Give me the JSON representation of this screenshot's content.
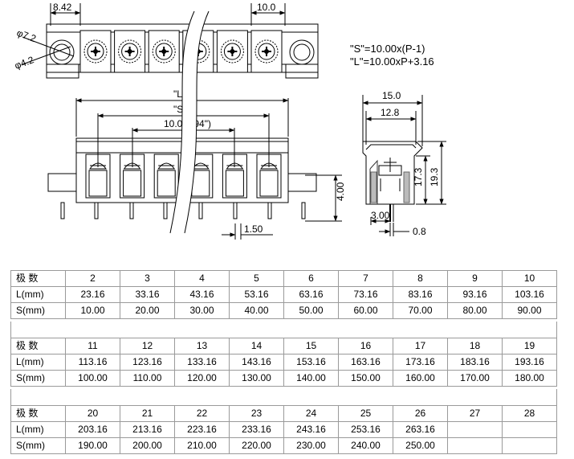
{
  "dimensions": {
    "top_pitch_left": "8.42",
    "top_pitch_right": "10.0",
    "outer_diameter": "φ7.2",
    "inner_diameter": "φ4.2",
    "length_L": "\"L\"",
    "spacing_S": "\"S\"",
    "pitch_front": "10.0(.394\")",
    "pin_length": "4.00",
    "pin_width": "1.50",
    "side_width": "15.0",
    "side_inner_width": "12.8",
    "side_height_total": "19.3",
    "side_height_inner": "17.3",
    "side_pin_offset": "3.00",
    "side_pin_thickness": "0.8"
  },
  "formulas": {
    "s": "\"S\"=10.00x(P-1)",
    "l": "\"L\"=10.00xP+3.16"
  },
  "table": {
    "row_labels": {
      "poles": "极 数",
      "length": "L(mm)",
      "spacing": "S(mm)"
    },
    "blocks": [
      {
        "poles": [
          "2",
          "3",
          "4",
          "5",
          "6",
          "7",
          "8",
          "9",
          "10"
        ],
        "length": [
          "23.16",
          "33.16",
          "43.16",
          "53.16",
          "63.16",
          "73.16",
          "83.16",
          "93.16",
          "103.16"
        ],
        "spacing": [
          "10.00",
          "20.00",
          "30.00",
          "40.00",
          "50.00",
          "60.00",
          "70.00",
          "80.00",
          "90.00"
        ]
      },
      {
        "poles": [
          "11",
          "12",
          "13",
          "14",
          "15",
          "16",
          "17",
          "18",
          "19"
        ],
        "length": [
          "113.16",
          "123.16",
          "133.16",
          "143.16",
          "153.16",
          "163.16",
          "173.16",
          "183.16",
          "193.16"
        ],
        "spacing": [
          "100.00",
          "110.00",
          "120.00",
          "130.00",
          "140.00",
          "150.00",
          "160.00",
          "170.00",
          "180.00"
        ]
      },
      {
        "poles": [
          "20",
          "21",
          "22",
          "23",
          "24",
          "25",
          "26",
          "27",
          "28"
        ],
        "length": [
          "203.16",
          "213.16",
          "223.16",
          "233.16",
          "243.16",
          "253.16",
          "263.16",
          "",
          ""
        ],
        "spacing": [
          "190.00",
          "200.00",
          "210.00",
          "220.00",
          "230.00",
          "240.00",
          "250.00",
          "",
          ""
        ]
      }
    ]
  }
}
